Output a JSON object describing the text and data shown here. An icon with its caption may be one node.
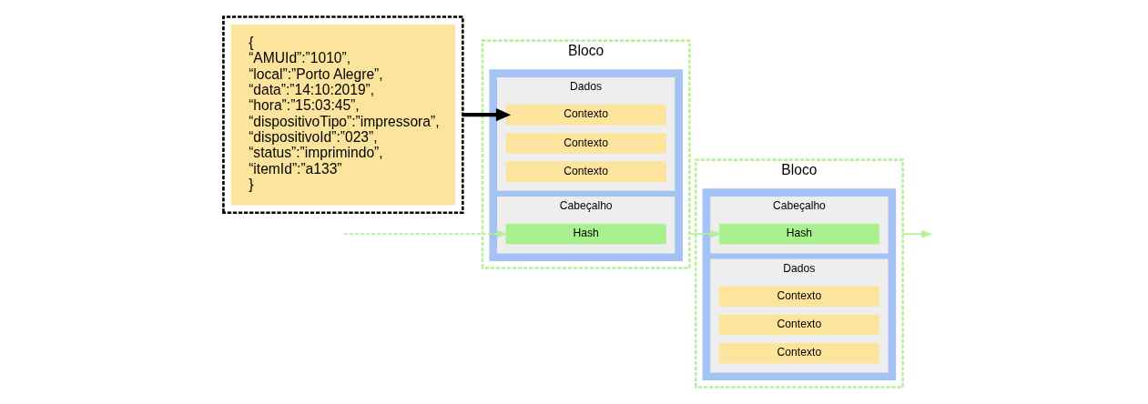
{
  "diagram": {
    "nodes": [
      {
        "text": [],
        "shape": "box"
      },
      {
        "text": [
          "{",
          "“AMUId”:”1010”,",
          "“local”:”Porto Alegre”,",
          "“data”:”14:10:2019”,",
          "“hora”:”15:03:45”,",
          "“dispositivoTipo”:”impressora”,",
          "“dispositivoId”:”023”,",
          "“status”:”imprimindo”,",
          "“itemId”:”a133”",
          "}"
        ],
        "in": 0
      },
      {
        "text": [
          "Bloco"
        ]
      },
      {
        "text": [],
        "shape": "box",
        "in": 2
      },
      {
        "text": [
          "Cabeçalho"
        ],
        "in": 3
      },
      {
        "text": [
          "Hash"
        ],
        "in": 4
      },
      {
        "text": [
          "Dados"
        ],
        "in": 3
      },
      {
        "text": [
          "Contexto"
        ],
        "in": 6
      },
      {
        "text": [
          "Contexto"
        ],
        "in": 6
      },
      {
        "text": [
          "Contexto"
        ],
        "in": 6
      },
      {
        "text": [
          "Bloco"
        ]
      },
      {
        "text": [],
        "shape": "box",
        "in": 10
      },
      {
        "text": [
          "Cabeçalho"
        ],
        "in": 11
      },
      {
        "text": [
          "Hash"
        ],
        "in": 12
      },
      {
        "text": [
          "Dados"
        ],
        "in": 11
      },
      {
        "text": [
          "Contexto"
        ],
        "in": 14
      },
      {
        "text": [
          "Contexto"
        ],
        "in": 14
      },
      {
        "text": [
          "Contexto"
        ],
        "in": 14
      }
    ],
    "edges": [
      {
        "from": null,
        "to": 5,
        "arrow": "to",
        "style": "dashed",
        "color": "#b6f09c"
      },
      {
        "from": 0,
        "to": 7,
        "arrow": "to",
        "style": "thick",
        "color": "#000000"
      },
      {
        "from": 2,
        "to": 13,
        "arrow": "to",
        "color": "#b6f09c"
      },
      {
        "from": 10,
        "to": null,
        "arrow": "to",
        "color": "#b6f09c"
      }
    ]
  }
}
